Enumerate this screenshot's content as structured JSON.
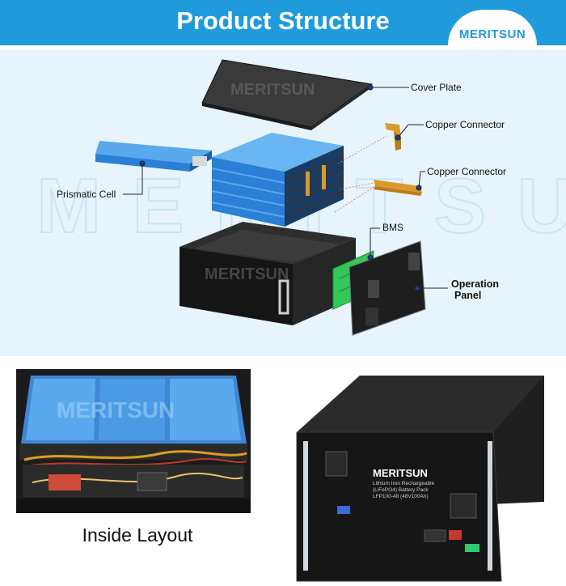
{
  "header": {
    "title": "Product Structure",
    "logo": "MERITSUN"
  },
  "watermark": "MERITSUN",
  "labels": {
    "cover_plate": "Cover Plate",
    "copper_connector_1": "Copper Connector",
    "copper_connector_2": "Copper Connector",
    "prismatic_cell": "Prismatic Cell",
    "bms": "BMS",
    "operation_panel_line1": "Operation",
    "operation_panel_line2": "Panel"
  },
  "photos": {
    "inside_caption": "Inside Layout",
    "product_brand": "MERITSUN",
    "product_label_1": "Lithium Iron Rechargeable",
    "product_label_2": "(LiFePO4) Battery Pack",
    "product_label_3": "LFP100-48 (48V100Ah)"
  },
  "colors": {
    "brand_blue": "#1f9bdc",
    "cell_blue": "#2a7fd6",
    "bms_green": "#34c759",
    "copper": "#d99a2b"
  }
}
